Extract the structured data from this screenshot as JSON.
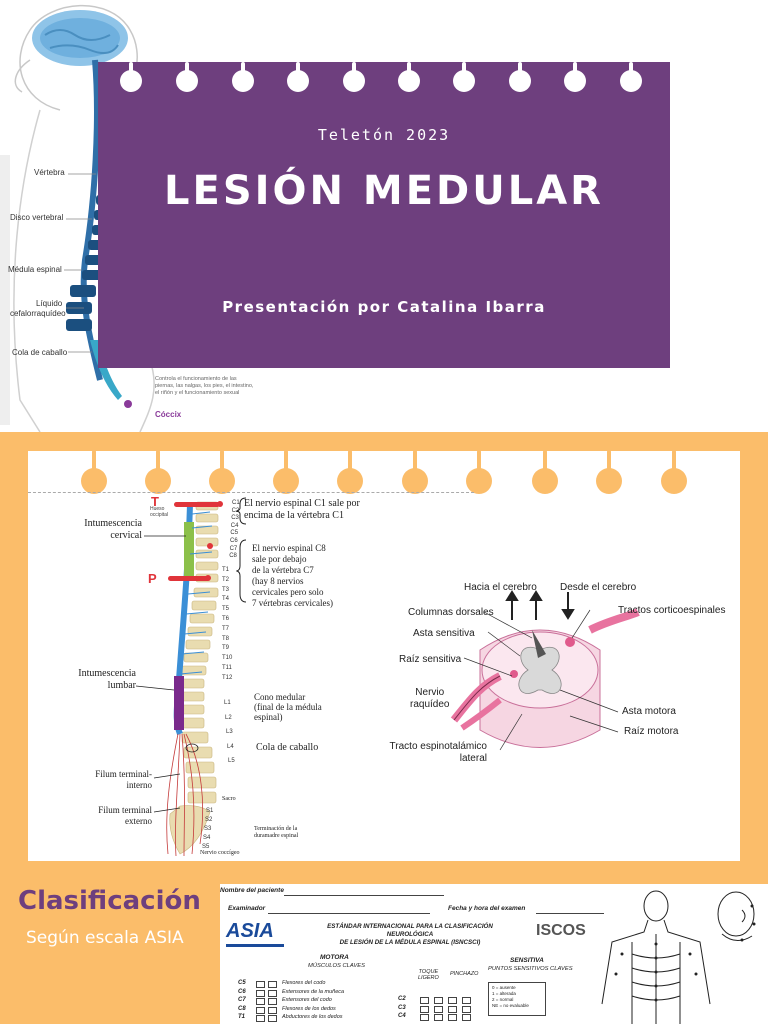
{
  "top": {
    "kicker": "Teletón 2023",
    "title": "LESIÓN MEDULAR",
    "byline": "Presentación por Catalina Ibarra",
    "spine_labels": [
      "Vértebra",
      "Disco vertebral",
      "Médula espinal",
      "Líquido",
      "cefalorraquídeo",
      "Cola de caballo"
    ],
    "note": "Controla el funcionamiento de las piernas, las nalgas, los pies, el intestino, el riñón y el funcionamiento sexual",
    "coccix": "Cóccix"
  },
  "colors": {
    "purple": "#6e3f7e",
    "orange": "#fbbd6a",
    "white": "#ffffff"
  },
  "middle": {
    "left_labels": {
      "cervical_1": "Intumescencia",
      "cervical_2": "cervical",
      "lumbar_1": "Intumescencia",
      "lumbar_2": "lumbar",
      "filum_int_1": "Filum terminal-",
      "filum_int_2": "interno",
      "filum_ext_1": "Filum terminal",
      "filum_ext_2": "externo"
    },
    "c1_note": [
      "El nervio espinal C1 sale por",
      "encima de la vértebra C1"
    ],
    "c8_note": [
      "El nervio espinal C8",
      "sale por debajo",
      "de la vértebra C7",
      "(hay 8 nervios",
      "cervicales pero solo",
      "7 vértebras cervicales)"
    ],
    "cono": [
      "Cono medular",
      "(final de la médula",
      "espinal)"
    ],
    "cola": "Cola de caballo",
    "sacro": "Sacro",
    "nervio_coccigeo": "Nervio coccígeo",
    "terminacion": [
      "Terminación de la",
      "duramadre espinal"
    ],
    "marker_t": "T",
    "marker_p": "P",
    "hueso_occipital": [
      "Hueso",
      "occipital"
    ],
    "segments": {
      "cervical": [
        "C1",
        "C2",
        "C3",
        "C4",
        "C5",
        "C6",
        "C7",
        "C8"
      ],
      "thoracic": [
        "T1",
        "T2",
        "T3",
        "T4",
        "T5",
        "T6",
        "T7",
        "T8",
        "T9",
        "T10",
        "T11",
        "T12"
      ],
      "lumbar": [
        "L1",
        "L2",
        "L3",
        "L4",
        "L5"
      ],
      "sacral": [
        "S1",
        "S2",
        "S3",
        "S4",
        "S5"
      ]
    },
    "cross_labels": {
      "hacia": "Hacia el cerebro",
      "desde": "Desde el cerebro",
      "columnas": "Columnas dorsales",
      "tractos": "Tractos corticoespinales",
      "asta_sens": "Asta sensitiva",
      "raiz_sens": "Raíz sensitiva",
      "nervio_1": "Nervio",
      "nervio_2": "raquídeo",
      "asta_motora": "Asta motora",
      "raiz_motora": "Raíz motora",
      "tracto_1": "Tracto espinotalámico",
      "tracto_2": "lateral"
    }
  },
  "bottom": {
    "title": "Clasificación",
    "subtitle": "Según escala ASIA",
    "form": {
      "nombre": "Nombre del paciente",
      "examinador": "Examinador",
      "fecha": "Fecha y hora del examen",
      "asia": "ASIA",
      "standard_1": "ESTÁNDAR INTERNACIONAL PARA LA CLASIFICACIÓN NEUROLÓGICA",
      "standard_2": "DE LESIÓN DE LA MÉDULA ESPINAL (ISNCSCI)",
      "iscos": "ISCOS",
      "motora": "MOTORA",
      "musculos": "MÚSCULOS CLAVES",
      "toque": "TOQUE",
      "ligero": "LIGERO",
      "pinchazo": "PINCHAZO",
      "sensitiva": "SENSITIVA",
      "puntos": "PUNTOS SENSITIVOS CLAVES",
      "motor_levels": [
        "C5",
        "C6",
        "C7",
        "C8",
        "T1"
      ],
      "motor_muscles": [
        "Flexores del codo",
        "Extensores de la muñeca",
        "Extensores del codo",
        "Flexores de los dedos",
        "Abductores de los dedos"
      ],
      "sens_levels": [
        "C2",
        "C3",
        "C4"
      ],
      "legend": [
        "0 = ausente",
        "1 = alterada",
        "2 = normal",
        "NE = no evaluable"
      ]
    }
  }
}
